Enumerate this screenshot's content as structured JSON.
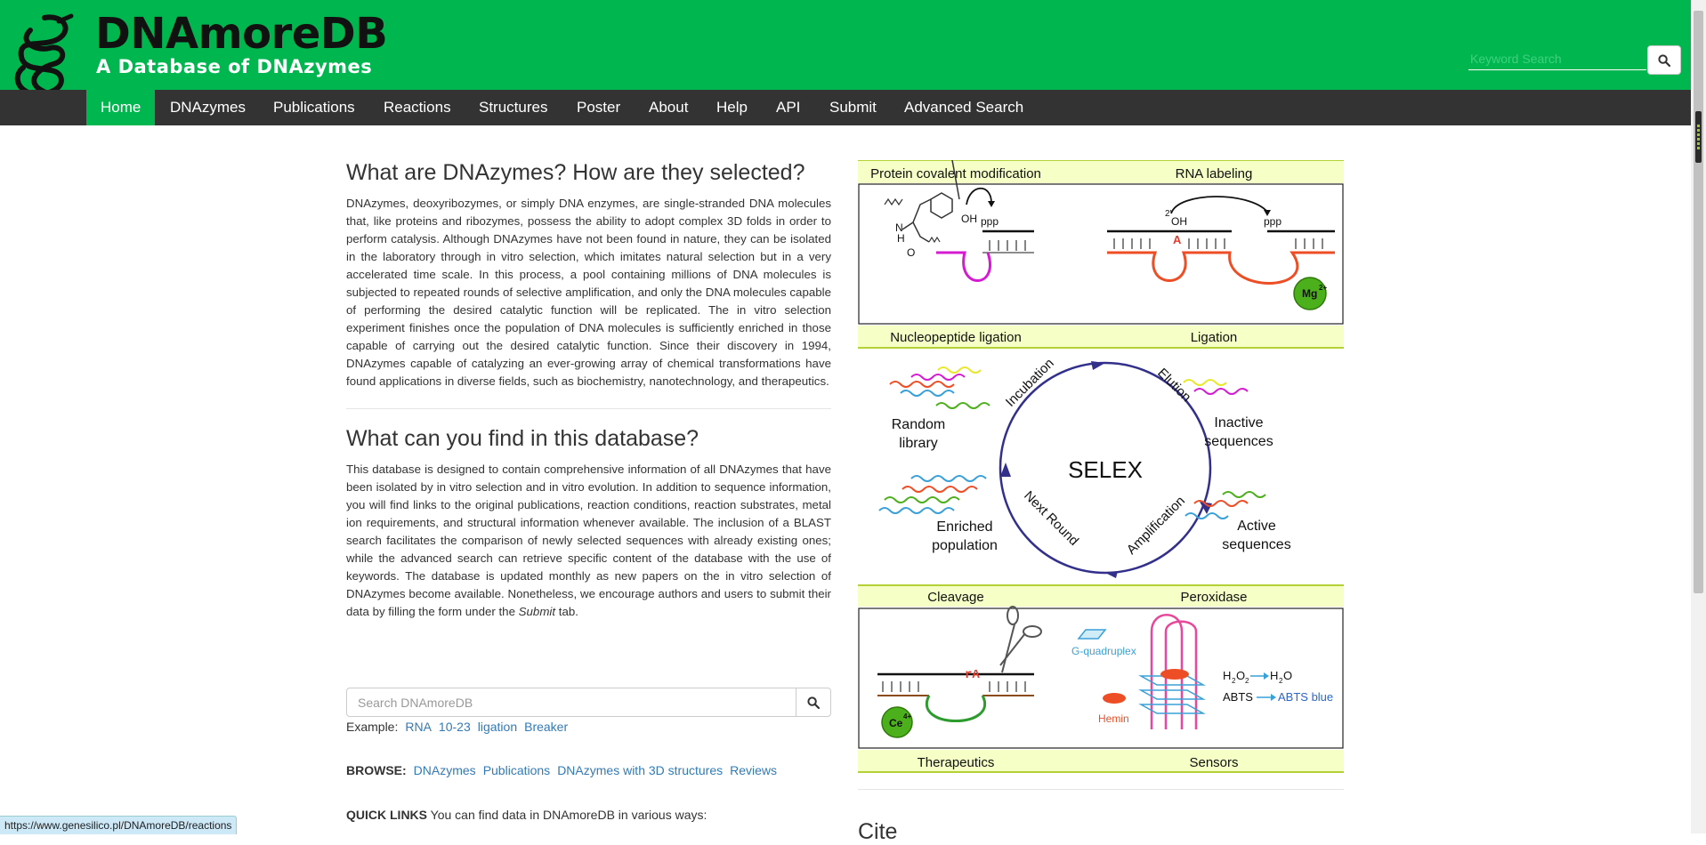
{
  "brand": {
    "title": "DNAmoreDB",
    "subtitle": "A Database of DNAzymes"
  },
  "header_search": {
    "placeholder": "Keyword Search",
    "button_icon": "search-icon"
  },
  "nav": {
    "items": [
      "Home",
      "DNAzymes",
      "Publications",
      "Reactions",
      "Structures",
      "Poster",
      "About",
      "Help",
      "API",
      "Submit",
      "Advanced Search"
    ],
    "active": "Home"
  },
  "section1": {
    "heading": "What are DNAzymes? How are they selected?",
    "body": "DNAzymes, deoxyribozymes, or simply DNA enzymes, are single-stranded DNA molecules that, like proteins and ribozymes, possess the ability to adopt complex 3D folds in order to perform catalysis. Although DNAzymes have not been found in nature, they can be isolated in the laboratory through in vitro selection, which imitates natural selection but in a very accelerated time scale. In this process, a pool containing millions of DNA molecules is subjected to repeated rounds of selective amplification, and only the DNA molecules capable of performing the desired catalytic function will be replicated. The in vitro selection experiment finishes once the population of DNA molecules is sufficiently enriched in those capable of carrying out the desired catalytic function. Since their discovery in 1994, DNAzymes capable of catalyzing an ever-growing array of chemical transformations have found applications in diverse fields, such as biochemistry, nanotechnology, and therapeutics."
  },
  "section2": {
    "heading": "What can you find in this database?",
    "body_main": "This database is designed to contain comprehensive information of all DNAzymes that have been isolated by in vitro selection and in vitro evolution. In addition to sequence information, you will find links to the original publications, reaction conditions, reaction substrates, metal ion requirements, and structural information whenever available. The inclusion of a BLAST search facilitates the comparison of newly selected sequences with already existing ones; while the advanced search can retrieve specific content of the database with the use of keywords. The database is updated monthly as new papers on the in vitro selection of DNAzymes become available. Nonetheless, we encourage authors and users to submit their data by filling the form under the",
    "body_em": "Submit",
    "body_end": "tab."
  },
  "db_search": {
    "placeholder": "Search DNAmoreDB",
    "button_icon": "search-icon"
  },
  "examples": {
    "label": "Example:",
    "items": [
      "RNA",
      "10-23",
      "ligation",
      "Breaker"
    ]
  },
  "browse": {
    "label": "BROWSE:",
    "items": [
      "DNAzymes",
      "Publications",
      "DNAzymes with 3D structures",
      "Reviews"
    ]
  },
  "quick_links": {
    "label": "QUICK LINKS",
    "text": "You can find data in DNAmoreDB in various ways:"
  },
  "status_url": "https://www.genesilico.pl/DNAmoreDB/reactions",
  "figure": {
    "top_left": "Protein covalent modification",
    "top_right": "RNA labeling",
    "mid_left": "Nucleopeptide ligation",
    "mid_right": "Ligation",
    "cycle_center": "SELEX",
    "random_library": [
      "Random",
      "library"
    ],
    "inactive": [
      "Inactive",
      "sequences"
    ],
    "active": [
      "Active",
      "sequences"
    ],
    "enriched": [
      "Enriched",
      "population"
    ],
    "arc_incubation": "Incubation",
    "arc_elution": "Elution",
    "arc_amplification": "Amplification",
    "arc_next_round": "Next Round",
    "low_left": "Cleavage",
    "low_right": "Peroxidase",
    "bottom_left": "Therapeutics",
    "bottom_right": "Sensors",
    "oh": "OH",
    "oh_prime": "2'",
    "ppp": "ppp",
    "nh": "N",
    "h": "H",
    "o": "O",
    "mg": "Mg",
    "mg_charge": "2+",
    "ce": "Ce",
    "ce_charge": "4+",
    "ra": "rA",
    "a": "A",
    "g_quad": "G-quadruplex",
    "hemin": "Hemin",
    "h2o2": "H",
    "h2o2_sub1": "2",
    "h2o2_mid": "O",
    "h2o2_sub2": "2",
    "h2o_h": "H",
    "h2o_sub": "2",
    "h2o_o": "O",
    "abts": "ABTS",
    "abts_blue": "ABTS blue"
  },
  "cite_heading": "Cite",
  "colors": {
    "brand_green": "#00b74f",
    "nav_dark": "#333333",
    "link_blue": "#337ab7",
    "label_band": "#f5ffc6",
    "band_line": "#b2d235"
  }
}
